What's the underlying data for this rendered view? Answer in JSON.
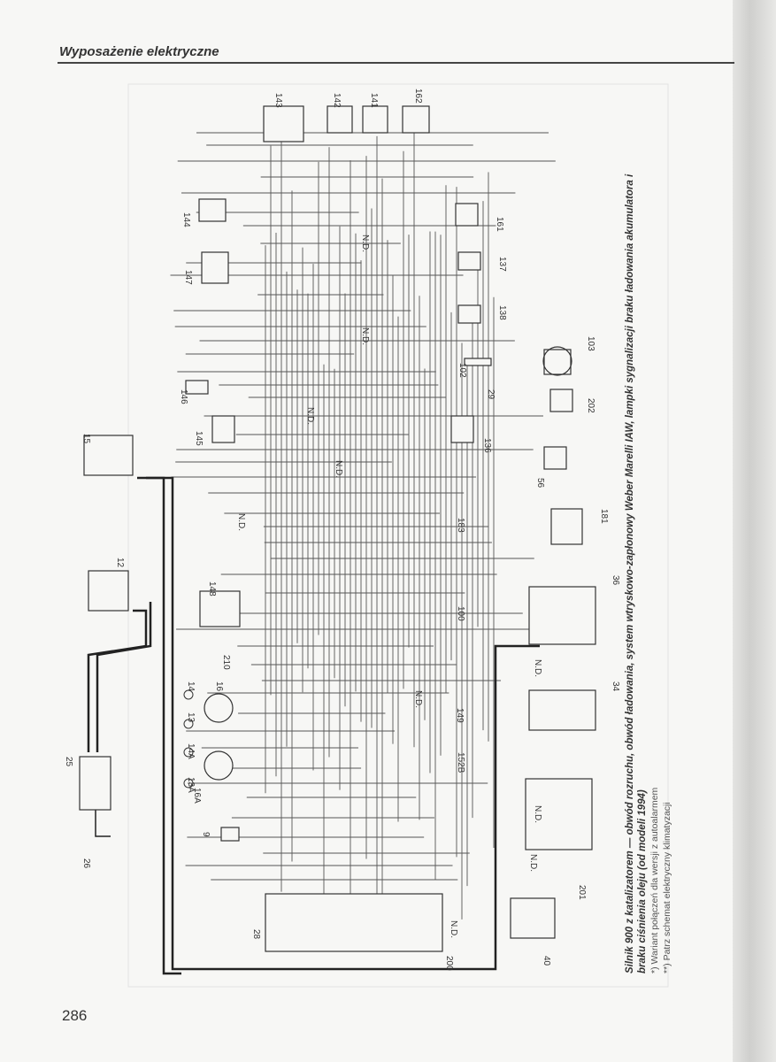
{
  "header": {
    "title": "Wyposażenie elektryczne"
  },
  "page_number": "286",
  "caption": {
    "title": "Silnik 900 z katalizatorem — obwód rozruchu, obwód ładowania, system wtryskowo-zapłonowy Weber Marelli IAW, lampki sygnalizacji braku ładowania akumulatora i braku ciśnienia oleju (od modeli 1994)",
    "notes": [
      "*) Wariant połączeń dla wersji z autoalarmem",
      "**) Patrz schemat elektryczny klimatyzacji"
    ]
  },
  "diagram": {
    "components": [
      "143",
      "142",
      "141",
      "162",
      "144",
      "161",
      "147",
      "137",
      "138",
      "103",
      "146",
      "29",
      "102",
      "202",
      "145",
      "136",
      "56",
      "15",
      "183",
      "181",
      "12",
      "36",
      "148",
      "100",
      "210",
      "34",
      "16",
      "14",
      "13",
      "149",
      "152B",
      "16A",
      "14A",
      "13A",
      "25",
      "26",
      "9",
      "201",
      "28",
      "200",
      "40"
    ],
    "junction_label": "N.D."
  }
}
